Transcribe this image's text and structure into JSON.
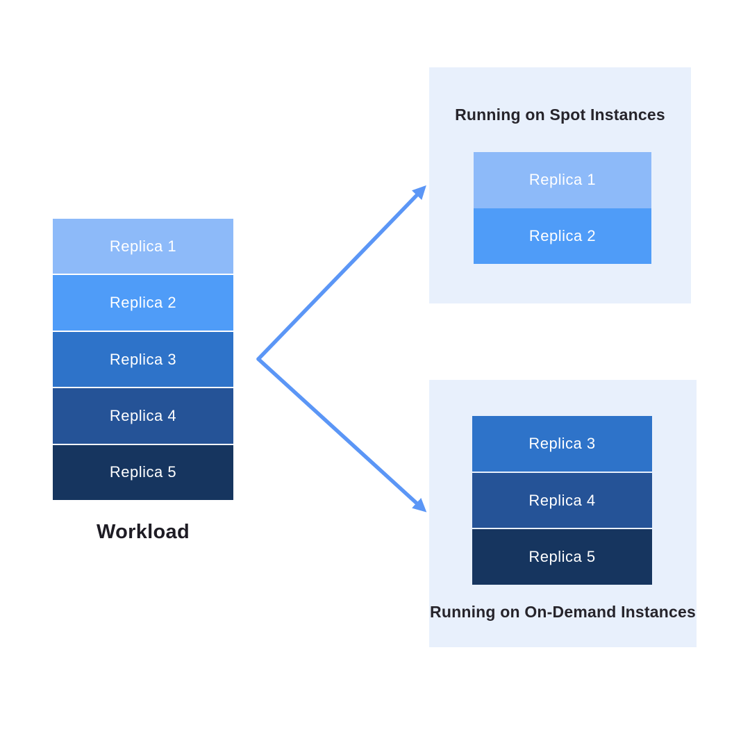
{
  "workload": {
    "label": "Workload",
    "replicas": [
      {
        "label": "Replica 1",
        "color": "#8DBAF9"
      },
      {
        "label": "Replica 2",
        "color": "#4F9CF8"
      },
      {
        "label": "Replica 3",
        "color": "#2E73C9"
      },
      {
        "label": "Replica 4",
        "color": "#255397"
      },
      {
        "label": "Replica 5",
        "color": "#16355F"
      }
    ]
  },
  "spot": {
    "title": "Running on Spot Instances",
    "replicas": [
      {
        "label": "Replica 1",
        "color": "#8DBAF9"
      },
      {
        "label": "Replica 2",
        "color": "#4F9CF8"
      }
    ]
  },
  "on_demand": {
    "title": "Running on On-Demand Instances",
    "replicas": [
      {
        "label": "Replica 3",
        "color": "#2E73C9"
      },
      {
        "label": "Replica 4",
        "color": "#255397"
      },
      {
        "label": "Replica 5",
        "color": "#16355F"
      }
    ]
  },
  "colors": {
    "arrow": "#5B96F6",
    "panel_bg": "#E8F0FC",
    "title_text": "#26242B",
    "replica_text": "#FFFFFF",
    "workload_text": "#1E1C24",
    "canvas_bg": "#FFFFFF"
  }
}
